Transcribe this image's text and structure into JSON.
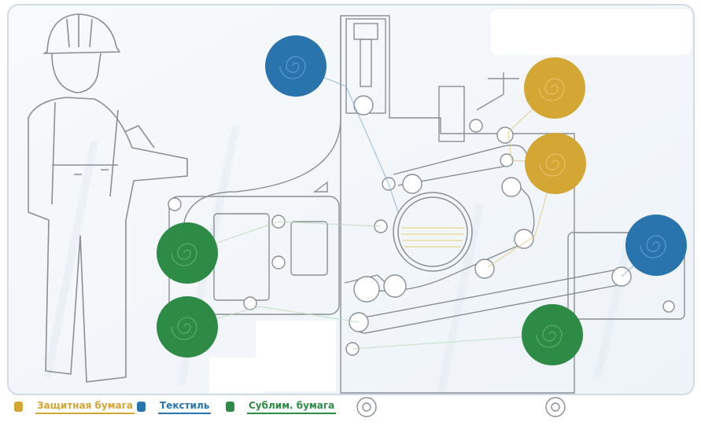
{
  "colors": {
    "protective": "#D4A634",
    "textile": "#2A74AE",
    "sublimation": "#2E8B45",
    "line": "#8a8f96",
    "background": "#f4f8fb",
    "frame": "#c9d6e2"
  },
  "legend": [
    {
      "id": "protective",
      "label": "Защитная бумага",
      "color": "#D4A634"
    },
    {
      "id": "textile",
      "label": "Текстиль",
      "color": "#2A74AE"
    },
    {
      "id": "sublimation",
      "label": "Сублим. бумага",
      "color": "#2E8B45"
    }
  ],
  "rolls": [
    {
      "name": "textile-feed-roll-top",
      "material": "textile"
    },
    {
      "name": "textile-feed-roll-right",
      "material": "textile"
    },
    {
      "name": "protective-paper-roll-upper",
      "material": "protective"
    },
    {
      "name": "protective-paper-roll-lower",
      "material": "protective"
    },
    {
      "name": "sublimation-paper-roll-upper-left",
      "material": "sublimation"
    },
    {
      "name": "sublimation-paper-roll-lower-left",
      "material": "sublimation"
    },
    {
      "name": "sublimation-paper-roll-bottom-right",
      "material": "sublimation"
    }
  ],
  "illustration": {
    "figure": "operator-with-hard-hat",
    "machine": "calender-transfer-press-with-heated-drum"
  }
}
